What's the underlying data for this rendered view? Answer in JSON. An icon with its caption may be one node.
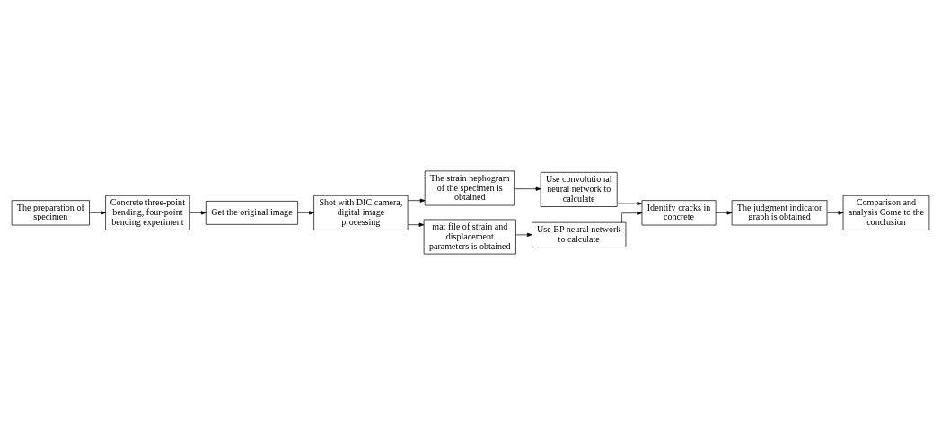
{
  "diagram": {
    "nodes": [
      {
        "text": [
          "The preparation of specimen"
        ]
      },
      {
        "text": [
          "Concrete three-point bending, four-point bending experiment"
        ]
      },
      {
        "text": [
          "Get the original image"
        ]
      },
      {
        "text": [
          "Shot with DIC camera, digital image processing"
        ]
      },
      {
        "text": [
          "The strain nephogram of the specimen is obtained"
        ]
      },
      {
        "text": [
          "Use convolutional neural network to calculate"
        ]
      },
      {
        "text": [
          "mat file of strain and displacement parameters is obtained"
        ]
      },
      {
        "text": [
          "Use BP neural network to calculate"
        ]
      },
      {
        "text": [
          "Identify cracks in concrete"
        ]
      },
      {
        "text": [
          "The judgment indicator graph is obtained"
        ]
      },
      {
        "text": [
          "Comparison and analysis Come to the conclusion"
        ]
      }
    ],
    "edges": [
      {
        "from": 0,
        "to": 1,
        "arrow": "to"
      },
      {
        "from": 1,
        "to": 2,
        "arrow": "to"
      },
      {
        "from": 2,
        "to": 3,
        "arrow": "to"
      },
      {
        "from": 3,
        "to": 4,
        "arrow": "to"
      },
      {
        "from": 3,
        "to": 6,
        "arrow": "to"
      },
      {
        "from": 4,
        "to": 5,
        "arrow": "to"
      },
      {
        "from": 6,
        "to": 7,
        "arrow": "to"
      },
      {
        "from": 5,
        "to": 8,
        "arrow": "to"
      },
      {
        "from": 7,
        "to": 8,
        "arrow": "to"
      },
      {
        "from": 8,
        "to": 9,
        "arrow": "to"
      },
      {
        "from": 9,
        "to": 10,
        "arrow": "to"
      }
    ]
  }
}
